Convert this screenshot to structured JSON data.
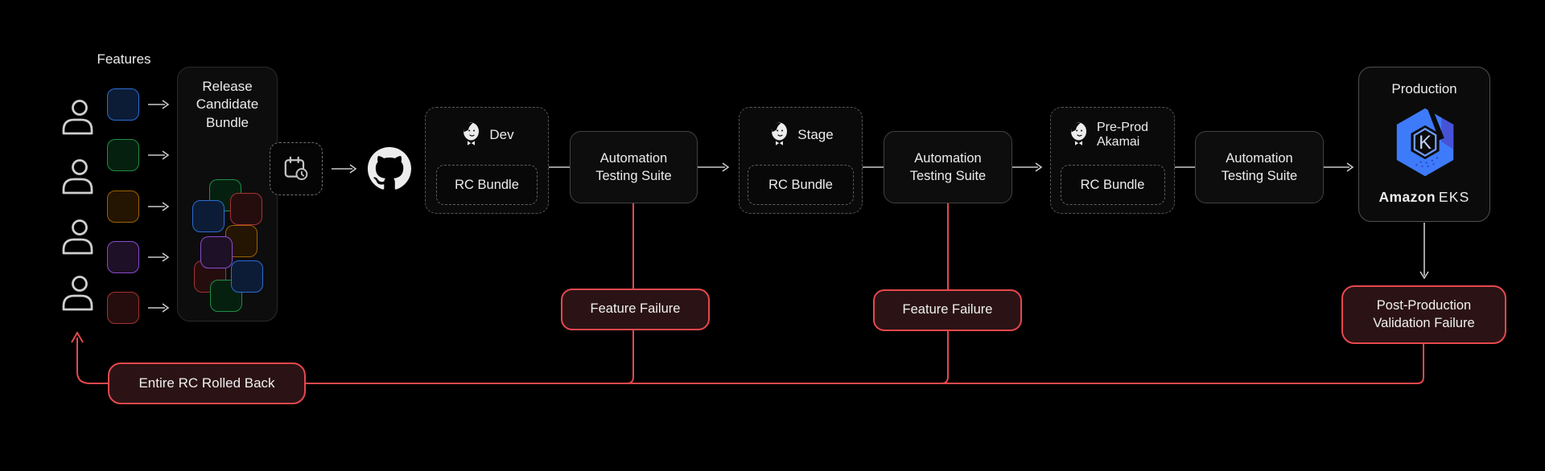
{
  "colors": {
    "background": "#000000",
    "accent_red": "#e5484d",
    "failure_box_bg": "#2b1315",
    "node_bg": "#0d0d0d",
    "node_border": "#424242",
    "dashed_border": "#5c5c5c",
    "text": "#ececec",
    "arrow_gray": "#c9c9c9",
    "eks_blue": "#3e7bfa",
    "eks_indigo": "#4753d6",
    "palette": {
      "blue": {
        "fill": "#0d1c36",
        "border": "#2b6cd4"
      },
      "green": {
        "fill": "#06200f",
        "border": "#1d8f45"
      },
      "orange": {
        "fill": "#241402",
        "border": "#9c6206"
      },
      "purple": {
        "fill": "#1e1026",
        "border": "#8a4bd0"
      },
      "red": {
        "fill": "#250d0e",
        "border": "#a83232"
      }
    }
  },
  "features": {
    "label": "Features"
  },
  "rc_bundle": {
    "title": "Release Candidate Bundle"
  },
  "icons": {
    "schedule": "calendar-clock-icon",
    "source": "github-icon",
    "ci": "jenkins-icon",
    "users": "person-icon",
    "platform": "amazon-eks-logo"
  },
  "stages": [
    {
      "label": "Dev",
      "bundle_label": "RC Bundle"
    },
    {
      "label": "Stage",
      "bundle_label": "RC Bundle"
    },
    {
      "label": "Pre-Prod Akamai",
      "bundle_label": "RC Bundle"
    }
  ],
  "automation": {
    "label": "Automation Testing Suite"
  },
  "production": {
    "title": "Production",
    "brand": "Amazon",
    "product": "EKS",
    "logo_letter": "K"
  },
  "failures": {
    "feature_failure_1": {
      "label": "Feature Failure"
    },
    "feature_failure_2": {
      "label": "Feature Failure"
    },
    "post_production": {
      "label": "Post-Production Validation Failure"
    },
    "rollback": {
      "label": "Entire RC Rolled Back"
    }
  }
}
